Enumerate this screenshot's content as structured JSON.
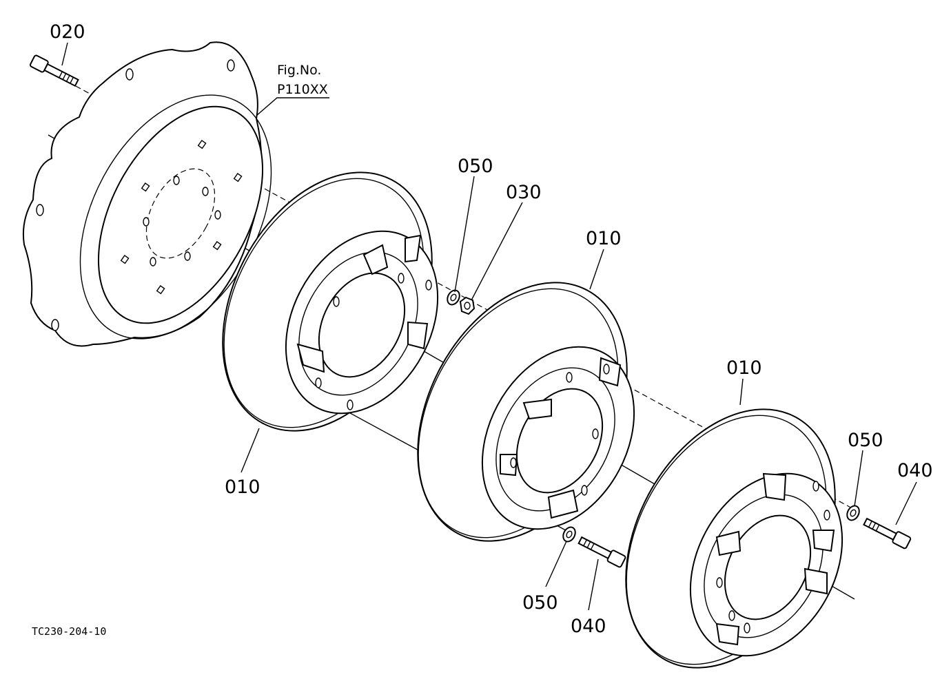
{
  "figure": {
    "fig_label": "Fig.No.",
    "fig_number": "P110XX",
    "drawing_code": "TC230-204-10"
  },
  "callouts": {
    "c020": "020",
    "c050_top": "050",
    "c030": "030",
    "c010_mid": "010",
    "c010_left": "010",
    "c010_right": "010",
    "c050_right": "050",
    "c040_right": "040",
    "c050_bottom": "050",
    "c040_bottom": "040"
  }
}
